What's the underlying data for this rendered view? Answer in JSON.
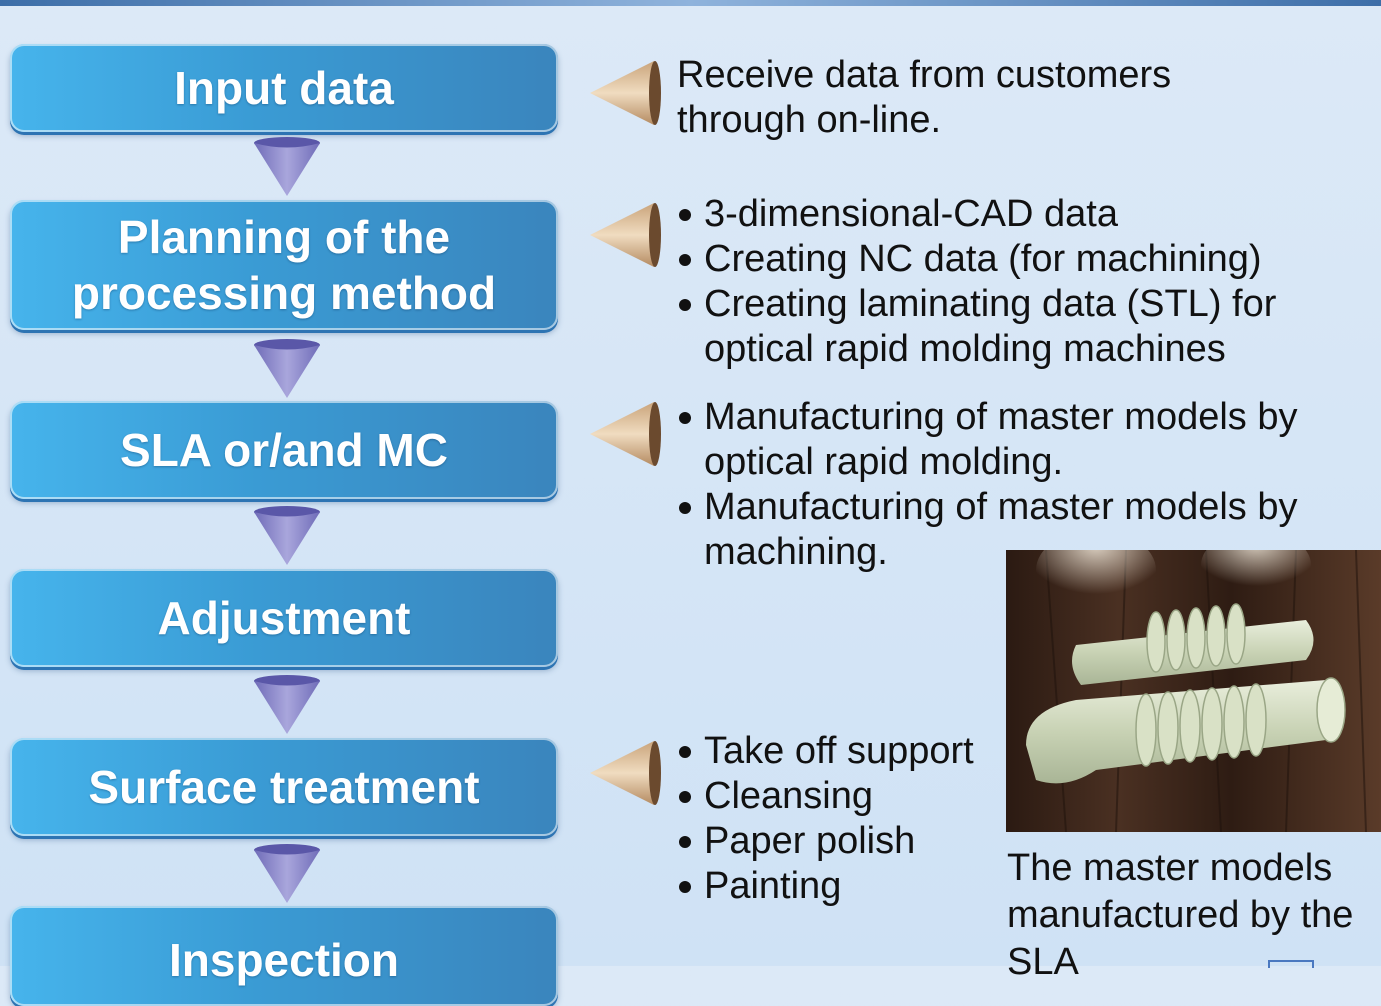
{
  "steps": [
    {
      "label": "Input data"
    },
    {
      "label": "Planning of  the\nprocessing method"
    },
    {
      "label": "SLA or/and MC"
    },
    {
      "label": "Adjustment"
    },
    {
      "label": "Surface treatment"
    },
    {
      "label": "Inspection"
    }
  ],
  "descriptions": {
    "input": "Receive data from customers\nthrough on-line.",
    "planning": [
      "3-dimensional-CAD data",
      "Creating NC data (for machining)",
      "Creating laminating data (STL) for optical rapid molding machines"
    ],
    "sla": [
      "Manufacturing of  master models by optical rapid molding.",
      "Manufacturing of  master models by machining."
    ],
    "surface": [
      "Take off support",
      "Cleansing",
      "Paper polish",
      "Painting"
    ]
  },
  "photo": {
    "caption": "The master models manufactured by the SLA"
  },
  "colors": {
    "step_fill": "#3a9bd4",
    "funnel": "#8a86c8",
    "pointer": "#d6b48c",
    "background": "#dce9f7"
  }
}
